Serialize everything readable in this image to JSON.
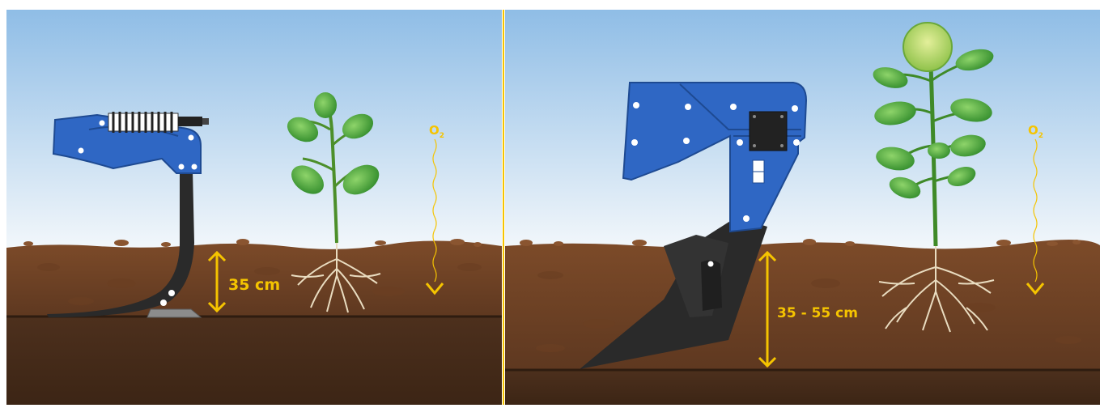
{
  "left_panel": {
    "depth_label": "35 cm",
    "oxygen_label": "O",
    "oxygen_subscript": "2"
  },
  "right_panel": {
    "depth_label": "35 - 55 cm",
    "oxygen_label": "O",
    "oxygen_subscript": "2"
  },
  "colors": {
    "accent": "#f5c400",
    "tool_blue": "#2f67c4",
    "tool_black": "#2a2a2a",
    "soil_top": "#7a4a28",
    "soil_deep": "#4a2e1c",
    "leaf_green": "#4fae3a",
    "sky_top": "#8fbde6"
  }
}
